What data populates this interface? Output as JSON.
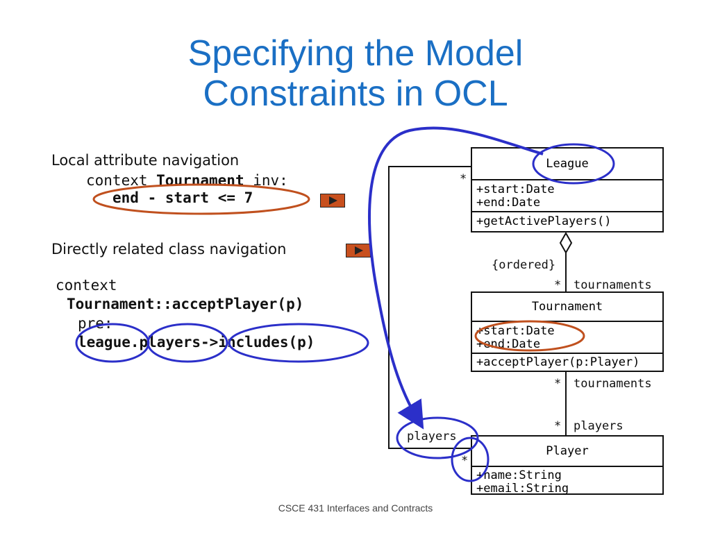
{
  "slide": {
    "title_line1": "Specifying the Model",
    "title_line2": "Constraints in OCL",
    "footer": "CSCE 431 Interfaces and Contracts"
  },
  "left": {
    "local_heading": "Local attribute navigation",
    "local_context_kw": "context ",
    "local_context_class": "Tournament",
    "local_context_inv": " inv:",
    "local_expr": "end - start <= 7",
    "direct_heading": "Directly related class navigation",
    "ctx_kw": "context",
    "ctx_op": "Tournament::acceptPlayer(p)",
    "pre_kw": "pre:",
    "expr_league": "league",
    "expr_dot": ".",
    "expr_players": "players",
    "expr_includes": "->includes(p)"
  },
  "diagram": {
    "league": {
      "name": "League",
      "attrs": [
        "+start:Date",
        "+end:Date"
      ],
      "ops": [
        "+getActivePlayers()"
      ]
    },
    "tournament": {
      "name": "Tournament",
      "attrs": [
        "+start:Date",
        "+end:Date"
      ],
      "ops": [
        "+acceptPlayer(p:Player)"
      ]
    },
    "player": {
      "name": "Player",
      "attrs": [
        "+name:String",
        "+email:String"
      ]
    },
    "labels": {
      "league_star": "*",
      "ordered": "{ordered}",
      "tourn_star_top": "*",
      "tournaments_top": "tournaments",
      "tourn_star_bottom": "*",
      "tournaments_bottom": "tournaments",
      "players_star": "*",
      "players_role": "players",
      "players_left": "players",
      "player_left_star": "*"
    }
  },
  "colors": {
    "title": "#1a6fc4",
    "blue_annotation": "#2b2fc9",
    "orange_annotation": "#c0501e",
    "button": "#c8501e"
  }
}
